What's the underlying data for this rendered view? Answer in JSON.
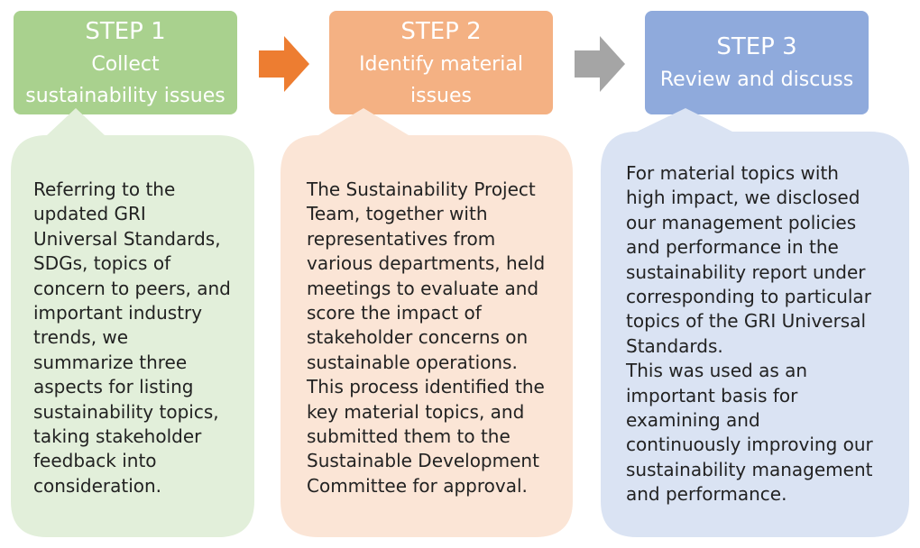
{
  "steps": [
    {
      "step_label": "STEP 1",
      "title_line1": "Collect",
      "title_line2": "sustainability issues",
      "description": "Referring to the\nupdated GRI\nUniversal Standards,\nSDGs, topics of\nconcern to peers, and\nimportant industry\ntrends, we\nsummarize three\naspects for listing\nsustainability topics,\ntaking stakeholder\nfeedback into\nconsideration."
    },
    {
      "step_label": "STEP 2",
      "title_line1": "Identify material",
      "title_line2": "issues",
      "description": "The Sustainability Project\nTeam, together with\nrepresentatives from\nvarious departments, held\nmeetings to evaluate and\nscore the impact of\nstakeholder concerns on\nsustainable operations.\nThis process identified the\nkey material topics, and\nsubmitted them to the\nSustainable Development\nCommittee for approval."
    },
    {
      "step_label": "STEP 3",
      "title_line1": "Review and discuss",
      "title_line2": "",
      "description": "For material topics with\nhigh impact, we disclosed\nour management policies\nand performance in the\nsustainability report under\ncorresponding to particular\ntopics of the GRI Universal\nStandards.\nThis was used as an\nimportant basis for\nexamining and\ncontinuously improving our\nsustainability management\nand performance."
    }
  ],
  "colors": {
    "step1_header": "#a9d18e",
    "step1_bubble": "#e2efda",
    "step2_header": "#f4b183",
    "step2_bubble": "#fbe5d6",
    "step3_header": "#8faadc",
    "step3_bubble": "#dae3f3",
    "arrow1": "#ed7d31",
    "arrow2": "#a5a5a5"
  },
  "icons": [
    "right-arrow-icon",
    "right-arrow-icon"
  ]
}
